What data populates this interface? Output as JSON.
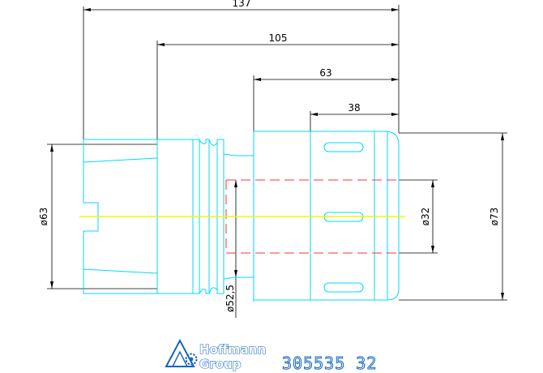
{
  "dimensions": {
    "overall_length": "137",
    "length_105": "105",
    "length_63": "63",
    "length_38": "38",
    "dia_shank": "ø63",
    "dia_neck": "ø52,5",
    "dia_bore": "ø32",
    "dia_body": "ø73"
  },
  "logo": {
    "brand_line1": "Hoffmann",
    "brand_line2": "Group"
  },
  "part_number": "305535  32",
  "colors": {
    "outline": "#00d8ff",
    "centerline": "#f5f500",
    "hidden_bore": "#ff3030",
    "dimension": "#000000",
    "logo": "#1565c0"
  }
}
